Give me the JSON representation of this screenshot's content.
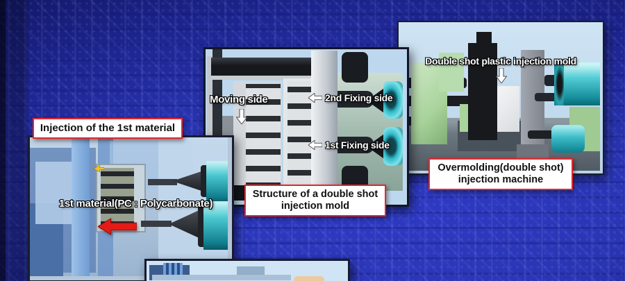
{
  "panels": {
    "first_injection": {
      "label": "Injection of the 1st material",
      "annotation": "1st material(PC : Polycarbonate)"
    },
    "mold_structure": {
      "caption": [
        "Structure of a double shot",
        "injection mold"
      ],
      "annotations": {
        "moving_side": "Moving side",
        "second_fixing_side": "2nd Fixing side",
        "first_fixing_side": "1st Fixing side"
      }
    },
    "machine": {
      "annotation": "Double shot plastic injection mold",
      "caption": [
        "Overmolding(double shot)",
        "injection machine"
      ]
    }
  },
  "icons": {
    "moving_side_arrow": "down-block-arrow",
    "second_fixing_arrow": "left-block-arrow",
    "first_fixing_arrow": "left-block-arrow",
    "mold_pointer_arrow": "down-block-arrow",
    "first_material_flow_arrow": "left-red-arrow",
    "gate_arrow": "left-yellow-arrow"
  },
  "colors": {
    "background_blue": "#2a35b4",
    "background_dark": "#0d0f44",
    "panel_sky": "#bdd8ee",
    "caption_border_red": "#e8262c",
    "caption_bg": "#ffffff",
    "caption_text": "#111111",
    "annotation_text": "#ffffff",
    "machine_teal": "#2fb9c8",
    "machine_green": "#b0d8a5",
    "red_arrow": "#e41b17"
  }
}
